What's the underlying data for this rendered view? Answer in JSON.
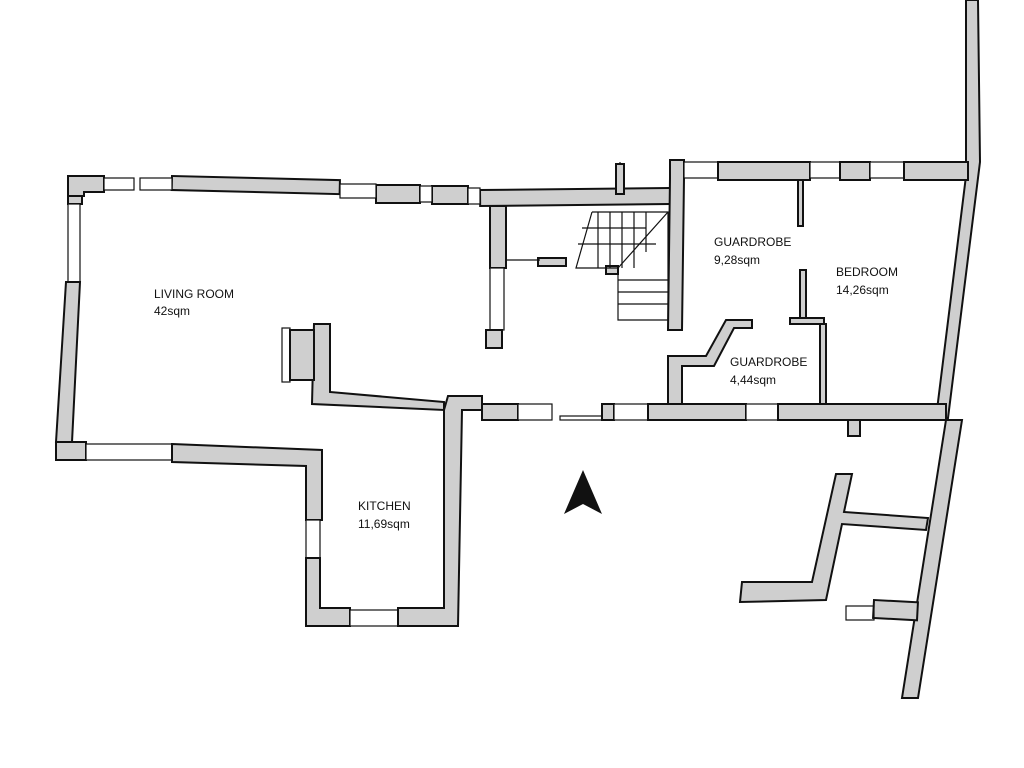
{
  "rooms": {
    "living_room": {
      "name": "LIVING ROOM",
      "area": "42sqm"
    },
    "guardrobe_1": {
      "name": "GUARDROBE",
      "area": "9,28sqm"
    },
    "bedroom": {
      "name": "BEDROOM",
      "area": "14,26sqm"
    },
    "guardrobe_2": {
      "name": "GUARDROBE",
      "area": "4,44sqm"
    },
    "kitchen": {
      "name": "KITCHEN",
      "area": "11,69sqm"
    }
  },
  "north_arrow": {
    "icon": "north-arrow-icon",
    "direction": "up"
  },
  "colors": {
    "wall_fill": "#cfcfcf",
    "line": "#111111",
    "background": "#ffffff"
  }
}
